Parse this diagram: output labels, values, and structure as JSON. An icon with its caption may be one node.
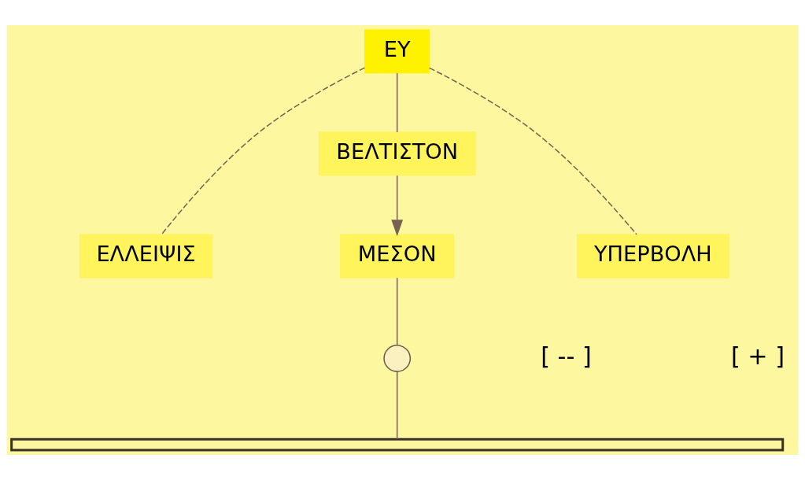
{
  "diagram": {
    "nodes": [
      {
        "text": [
          "ΕΥ"
        ]
      },
      {
        "text": [
          "ΒΕΛΤΙΣΤΟΝ"
        ]
      },
      {
        "text": [
          "ΕΛΛΕΙΨΙΣ"
        ]
      },
      {
        "text": [
          "ΜΕΣΟΝ"
        ]
      },
      {
        "text": [
          "ΥΠΕΡΒΟΛΗ"
        ]
      },
      {
        "text": [],
        "shape": "circle"
      },
      {
        "text": [],
        "shape": "bar"
      }
    ],
    "edges": [
      {
        "from": 0,
        "to": 1,
        "arrow": "none"
      },
      {
        "from": 1,
        "to": 3,
        "arrow": "to"
      },
      {
        "from": 0,
        "to": 2,
        "arrow": "none",
        "style": "dashed"
      },
      {
        "from": 0,
        "to": 4,
        "arrow": "none",
        "style": "dashed"
      },
      {
        "from": 3,
        "to": 5,
        "arrow": "none"
      },
      {
        "from": 5,
        "to": 6,
        "arrow": "none"
      }
    ],
    "labels": [
      "[ -- ]",
      "[ + ]"
    ]
  }
}
